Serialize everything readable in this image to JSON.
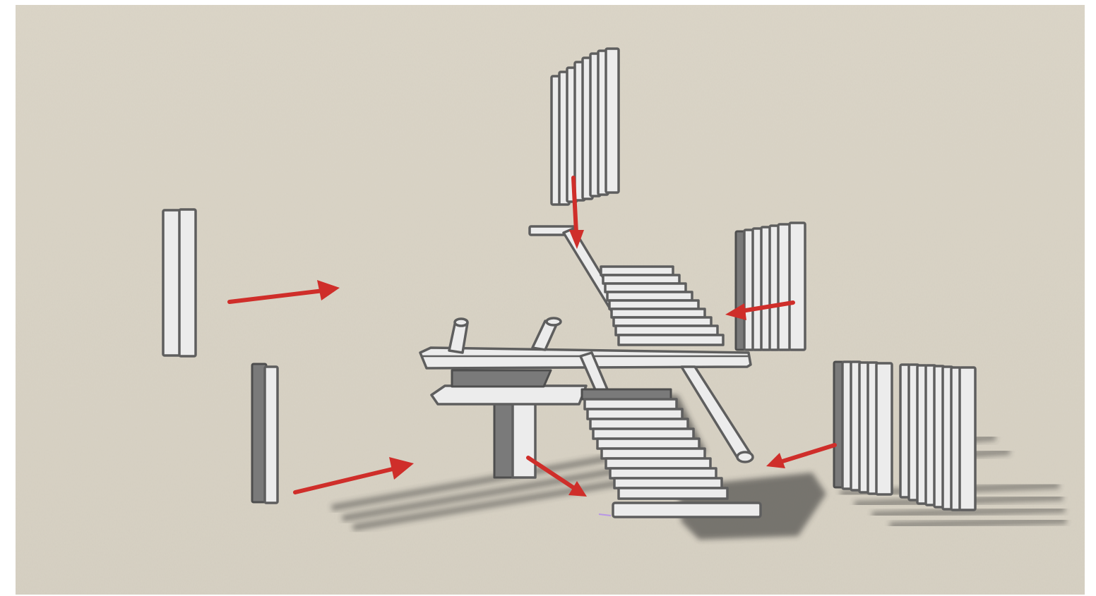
{
  "scene": {
    "background_color": "#d6d0c2",
    "object_stroke_color": "#5e5e5e",
    "object_fill_color": "#ececec",
    "arrow_color": "#cf2e2a",
    "objects": [
      {
        "name": "floating-pillar-left-top",
        "kind": "pillar"
      },
      {
        "name": "pillar-left-bottom",
        "kind": "pillar"
      },
      {
        "name": "pillar-cluster-top",
        "kind": "pillar-group"
      },
      {
        "name": "pillar-cluster-right-upper",
        "kind": "pillar-group"
      },
      {
        "name": "pillar-cluster-right-lower",
        "kind": "pillar-group"
      },
      {
        "name": "staircase-landing",
        "kind": "staircase"
      }
    ],
    "arrows": [
      {
        "name": "arrow-left-upper",
        "direction": "right"
      },
      {
        "name": "arrow-left-lower",
        "direction": "right"
      },
      {
        "name": "arrow-top-down",
        "direction": "down"
      },
      {
        "name": "arrow-right-upper",
        "direction": "left"
      },
      {
        "name": "arrow-right-lower",
        "direction": "left"
      },
      {
        "name": "arrow-center-diagonal",
        "direction": "down-right"
      }
    ]
  }
}
